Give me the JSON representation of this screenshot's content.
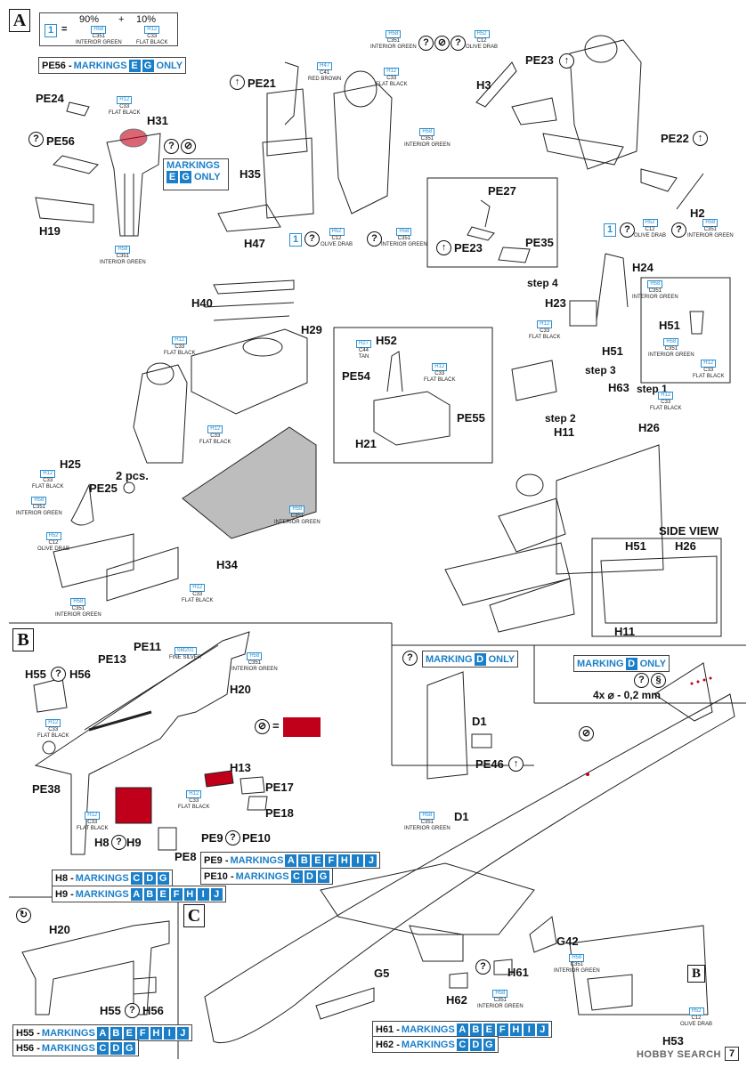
{
  "section_a": {
    "letter": "A",
    "ratio": {
      "num": "1",
      "eq": "=",
      "p90": "90%",
      "plus": "+",
      "p10": "10%",
      "c1_h": "H58",
      "c1_c": "C351",
      "c1_n": "INTERIOR GREEN",
      "c2_h": "H12",
      "c2_c": "C33",
      "c2_n": "FLAT BLACK"
    },
    "pe56_note": {
      "pre": "PE56 - ",
      "mk": "MARKINGS",
      "chip1": "E",
      "chip2": "G",
      "post": "ONLY"
    },
    "markings_eg": {
      "line1": "MARKINGS",
      "chip1": "E",
      "chip2": "G",
      "post": "ONLY"
    },
    "labels": {
      "pe24": "PE24",
      "h31": "H31",
      "pe56": "PE56",
      "h19": "H19",
      "pe21": "PE21",
      "h35": "H35",
      "h47": "H47",
      "h3": "H3",
      "pe23a": "PE23",
      "pe22": "PE22",
      "h2": "H2",
      "pe27": "PE27",
      "pe23b": "PE23",
      "pe35": "PE35",
      "h40": "H40",
      "h29": "H29",
      "h25": "H25",
      "pcs": "2 pcs.",
      "pe25": "PE25",
      "h34": "H34",
      "h52": "H52",
      "pe54": "PE54",
      "pe55": "PE55",
      "h21": "H21",
      "h24": "H24",
      "step4": "step 4",
      "h23": "H23",
      "h51a": "H51",
      "h51b": "H51",
      "step3": "step 3",
      "h63": "H63",
      "step1": "step 1",
      "step2": "step 2",
      "h11a": "H11",
      "h26a": "H26",
      "side_view": "SIDE VIEW",
      "h51c": "H51",
      "h26b": "H26",
      "h11b": "H11"
    },
    "tags": {
      "t_h12_pe24": {
        "h": "H12",
        "c": "C33",
        "n": "FLAT BLACK"
      },
      "t_h58_h19": {
        "h": "H58",
        "c": "C351",
        "n": "INTERIOR GREEN"
      },
      "t_h47": {
        "h": "H47",
        "c": "C41",
        "n": "RED BROWN"
      },
      "t_h12_seat": {
        "h": "H12",
        "c": "C33",
        "n": "FLAT BLACK"
      },
      "t_h58_seat": {
        "h": "H58",
        "c": "C351",
        "n": "INTERIOR GREEN"
      },
      "t_h52_h47": {
        "h": "H52",
        "c": "C12",
        "n": "OLIVE DRAB"
      },
      "t_h58_h47": {
        "h": "H58",
        "c": "C351",
        "n": "INTERIOR GREEN"
      },
      "t_h58_top": {
        "h": "H58",
        "c": "C351",
        "n": "INTERIOR GREEN"
      },
      "t_h52_top": {
        "h": "H52",
        "c": "C12",
        "n": "OLIVE DRAB"
      },
      "t_h52_h2": {
        "h": "H52",
        "c": "C12",
        "n": "OLIVE DRAB"
      },
      "t_h58_h2": {
        "h": "H58",
        "c": "C351",
        "n": "INTERIOR GREEN"
      },
      "t_h12_h40": {
        "h": "H12",
        "c": "C33",
        "n": "FLAT BLACK"
      },
      "t_h12_h29": {
        "h": "H12",
        "c": "C33",
        "n": "FLAT BLACK"
      },
      "t_h12_h25": {
        "h": "H12",
        "c": "C33",
        "n": "FLAT BLACK"
      },
      "t_h58_h25": {
        "h": "H58",
        "c": "C351",
        "n": "INTERIOR GREEN"
      },
      "t_h52_h25": {
        "h": "H52",
        "c": "C12",
        "n": "OLIVE DRAB"
      },
      "t_h58_floor": {
        "h": "H58",
        "c": "C351",
        "n": "INTERIOR GREEN"
      },
      "t_h12_h34": {
        "h": "H12",
        "c": "C33",
        "n": "FLAT BLACK"
      },
      "t_h58_h34": {
        "h": "H58",
        "c": "C351",
        "n": "INTERIOR GREEN"
      },
      "t_h27": {
        "h": "H27",
        "c": "C44",
        "n": "TAN"
      },
      "t_h12_h21": {
        "h": "H12",
        "c": "C33",
        "n": "FLAT BLACK"
      },
      "t_h58_h24": {
        "h": "H58",
        "c": "C351",
        "n": "INTERIOR GREEN"
      },
      "t_h12_h23": {
        "h": "H12",
        "c": "C33",
        "n": "FLAT BLACK"
      },
      "t_h58_h51": {
        "h": "H58",
        "c": "C351",
        "n": "INTERIOR GREEN"
      },
      "t_h12_h51": {
        "h": "H12",
        "c": "C33",
        "n": "FLAT BLACK"
      },
      "t_h12_step1": {
        "h": "H12",
        "c": "C33",
        "n": "FLAT BLACK"
      }
    }
  },
  "section_b": {
    "letter": "B",
    "labels": {
      "pe11": "PE11",
      "pe13": "PE13",
      "h55": "H55",
      "h56": "H56",
      "h20": "H20",
      "pe38": "PE38",
      "h13": "H13",
      "pe17": "PE17",
      "pe18": "PE18",
      "h8": "H8",
      "h9": "H9",
      "pe8": "PE8",
      "pe9": "PE9",
      "pe10": "PE10"
    },
    "tags": {
      "t_sm201": {
        "h": "SM201",
        "c": "",
        "n": "FINE SILVER"
      },
      "t_h58_b": {
        "h": "H58",
        "c": "C351",
        "n": "INTERIOR GREEN"
      },
      "t_h12_b1": {
        "h": "H12",
        "c": "C33",
        "n": "FLAT BLACK"
      },
      "t_h12_b2": {
        "h": "H12",
        "c": "C33",
        "n": "FLAT BLACK"
      },
      "t_h12_b3": {
        "h": "H12",
        "c": "C33",
        "n": "FLAT BLACK"
      }
    },
    "markings": {
      "pe9": {
        "pre": "PE9 - ",
        "mk": "MARKINGS",
        "chips": [
          "A",
          "B",
          "E",
          "F",
          "H",
          "I",
          "J"
        ]
      },
      "pe10": {
        "pre": "PE10 - ",
        "mk": "MARKINGS",
        "chips": [
          "C",
          "D",
          "G"
        ]
      },
      "h8": {
        "pre": "H8 - ",
        "mk": "MARKINGS",
        "chips": [
          "C",
          "D",
          "G"
        ]
      },
      "h9": {
        "pre": "H9 - ",
        "mk": "MARKINGS",
        "chips": [
          "A",
          "B",
          "E",
          "F",
          "H",
          "I",
          "J"
        ]
      }
    },
    "color_note": "="
  },
  "section_b2": {
    "labels": {
      "h20": "H20",
      "h55": "H55",
      "h56": "H56"
    },
    "markings": {
      "h55": {
        "pre": "H55 - ",
        "mk": "MARKINGS",
        "chips": [
          "A",
          "B",
          "E",
          "F",
          "H",
          "I",
          "J"
        ]
      },
      "h56": {
        "pre": "H56 - ",
        "mk": "MARKINGS",
        "chips": [
          "C",
          "D",
          "G"
        ]
      }
    }
  },
  "section_d": {
    "markings_d1": {
      "mk": "MARKING",
      "chip": "D",
      "post": "ONLY"
    },
    "markings_d2": {
      "mk": "MARKING",
      "chip": "D",
      "post": "ONLY"
    },
    "labels": {
      "d1": "D1",
      "pe46": "PE46",
      "drill": "4x ⌀ - 0,2 mm"
    }
  },
  "section_c": {
    "letter": "C",
    "labels": {
      "d1": "D1",
      "g42": "G42",
      "h61": "H61",
      "h62": "H62",
      "g5": "G5",
      "h53": "H53",
      "b_ref": "B"
    },
    "tags": {
      "t_h58_d1": {
        "h": "H58",
        "c": "C351",
        "n": "INTERIOR GREEN"
      },
      "t_h58_h61": {
        "h": "H58",
        "c": "C351",
        "n": "INTERIOR GREEN"
      },
      "t_h58_h62": {
        "h": "H58",
        "c": "C351",
        "n": "INTERIOR GREEN"
      },
      "t_h52_h53": {
        "h": "H52",
        "c": "C12",
        "n": "OLIVE DRAB"
      }
    },
    "markings": {
      "h61": {
        "pre": "H61 - ",
        "mk": "MARKINGS",
        "chips": [
          "A",
          "B",
          "E",
          "F",
          "H",
          "I",
          "J"
        ]
      },
      "h62": {
        "pre": "H62 - ",
        "mk": "MARKINGS",
        "chips": [
          "C",
          "D",
          "G"
        ]
      }
    }
  },
  "footer": {
    "watermark": "HOBBY SEARCH",
    "page": "7"
  },
  "colors": {
    "accent": "#1a7fc8",
    "red": "#c0001a",
    "floor": "#bdbdbd"
  }
}
